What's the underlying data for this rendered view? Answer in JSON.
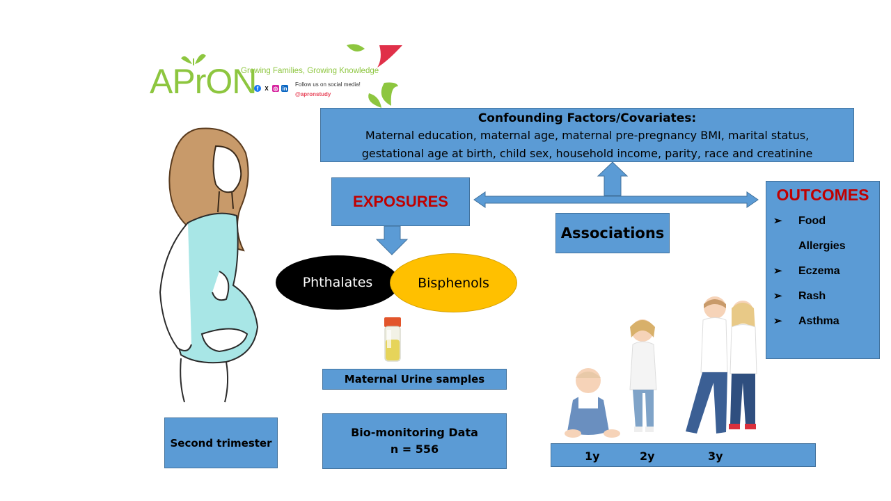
{
  "logo": {
    "word": "APrON",
    "tagline": "Growing Families, Growing Knowledge",
    "follow": "Follow us on social media!",
    "handle": "@apronstudy",
    "social_icons": [
      "facebook-icon",
      "x-icon",
      "instagram-icon",
      "linkedin-icon"
    ]
  },
  "confounders": {
    "title": "Confounding Factors/Covariates:",
    "line1": "Maternal education, maternal age, maternal pre-pregnancy BMI, marital status,",
    "line2": "gestational age at birth, child sex, household income, parity, race and creatinine"
  },
  "exposures": {
    "label": "EXPOSURES"
  },
  "associations": {
    "label": "Associations"
  },
  "outcomes": {
    "title": "OUTCOMES",
    "items": [
      "Food",
      "Allergies",
      "Eczema",
      "Rash",
      "Asthma"
    ]
  },
  "chemicals": {
    "phthalates": "Phthalates",
    "bisphenols": "Bisphenols"
  },
  "samples": {
    "urine": "Maternal Urine samples"
  },
  "biomonitoring": {
    "line1": "Bio-monitoring Data",
    "line2": "n = 556"
  },
  "trimester": {
    "label": "Second trimester"
  },
  "ages": [
    "1y",
    "2y",
    "3y"
  ],
  "colors": {
    "box_fill": "#5b9bd5",
    "box_border": "#41719c",
    "accent_red": "#c00000",
    "phthalates_fill": "#000000",
    "bisphenols_fill": "#ffc000",
    "brand_green": "#8dc63f",
    "brand_red": "#e8455a"
  }
}
